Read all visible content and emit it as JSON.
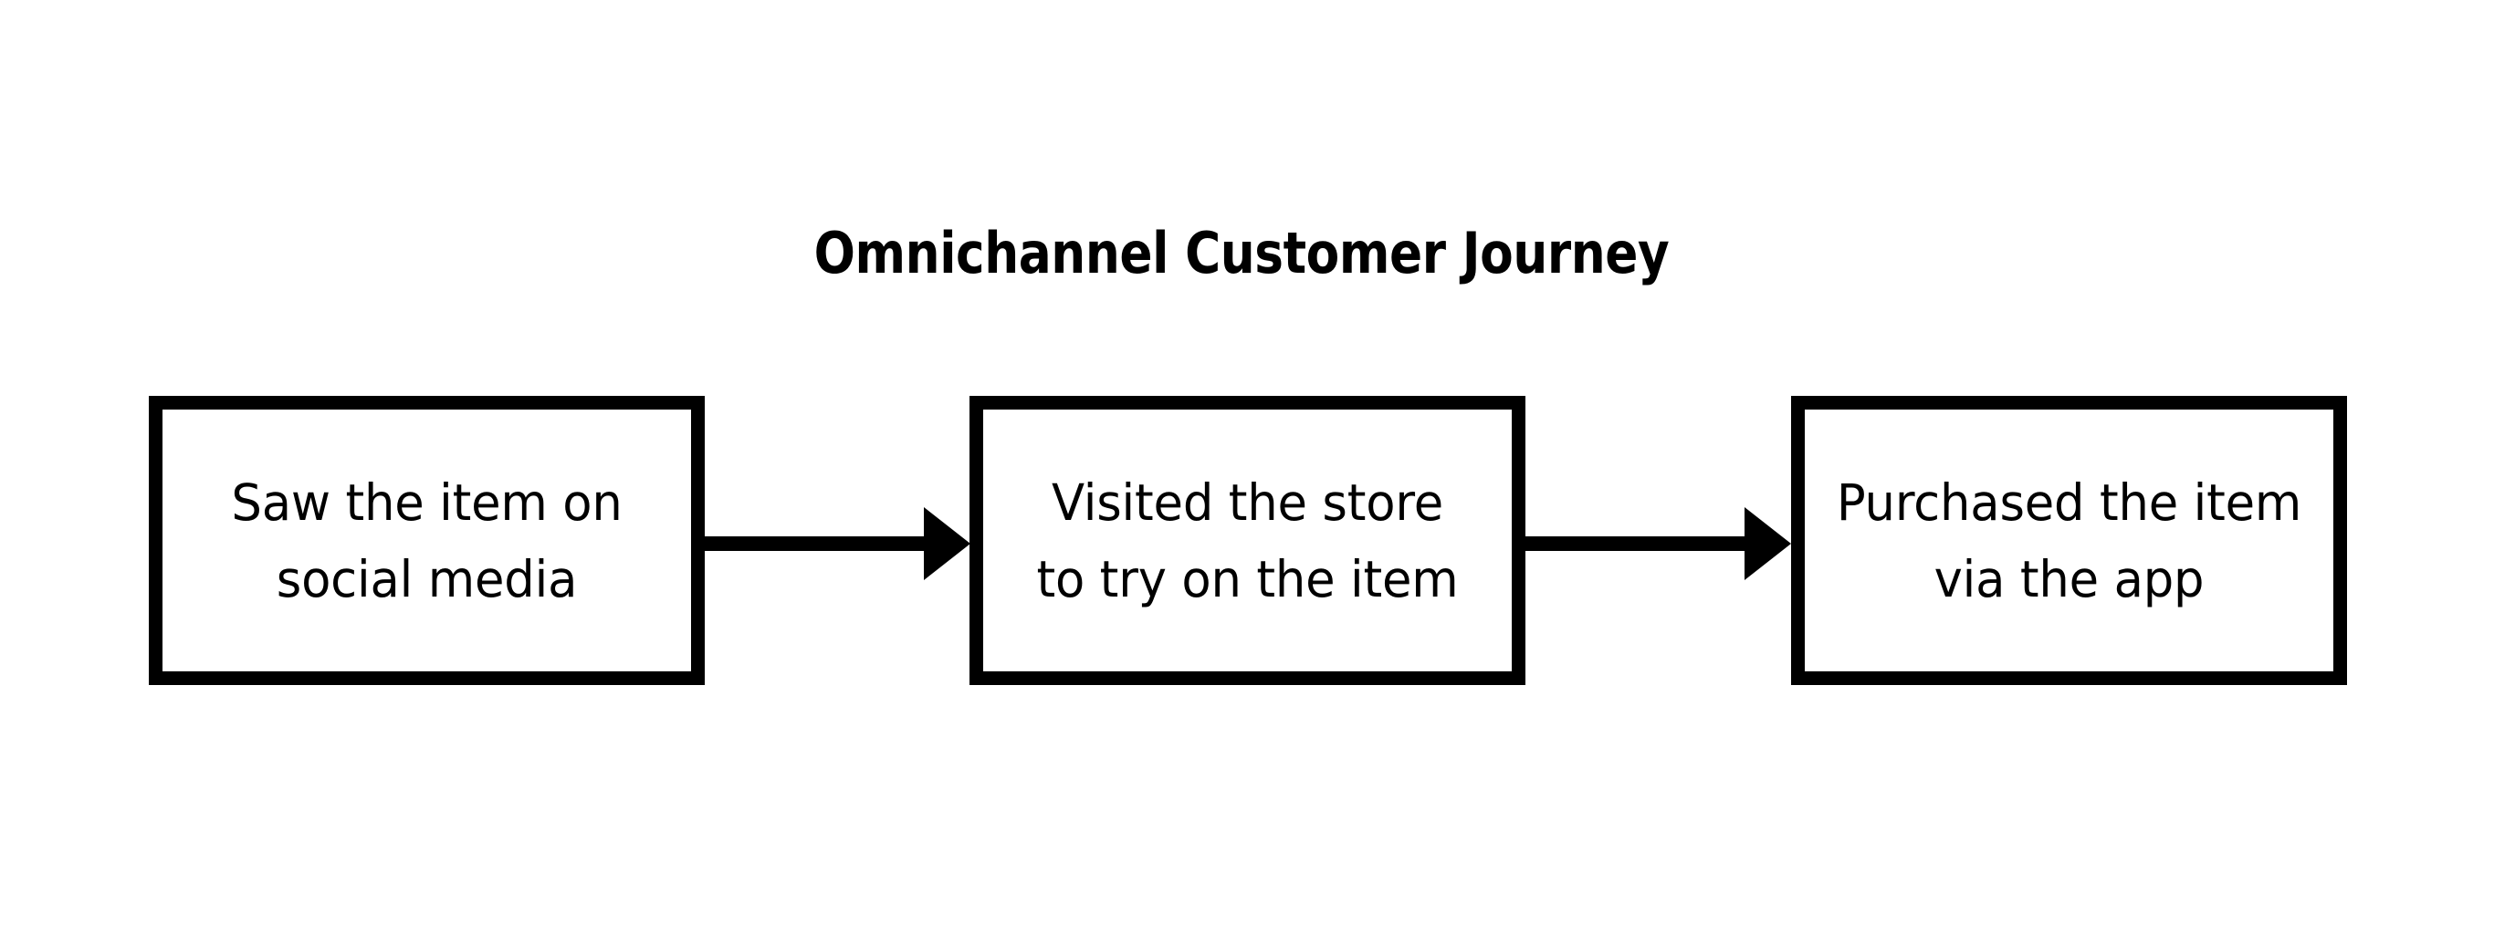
{
  "diagram": {
    "title": "Omnichannel Customer Journey",
    "type": "flowchart",
    "orientation": "left-to-right",
    "background_color": "#ffffff",
    "stroke_color": "#000000",
    "node_fill_color": "#ffffff",
    "nodes": [
      {
        "id": "node-1",
        "label": "Saw the item on\nsocial media",
        "line_1": "Saw the item on",
        "line_2": "social media"
      },
      {
        "id": "node-2",
        "label": "Visited the store\nto try on the item",
        "line_1": "Visited the store",
        "line_2": "to try on the item"
      },
      {
        "id": "node-3",
        "label": "Purchased the item\nvia the app",
        "line_1": "Purchased the item",
        "line_2": "via the app"
      }
    ],
    "edges": [
      {
        "id": "edge-1",
        "from": "node-1",
        "to": "node-2",
        "label": ""
      },
      {
        "id": "edge-2",
        "from": "node-2",
        "to": "node-3",
        "label": ""
      }
    ]
  }
}
